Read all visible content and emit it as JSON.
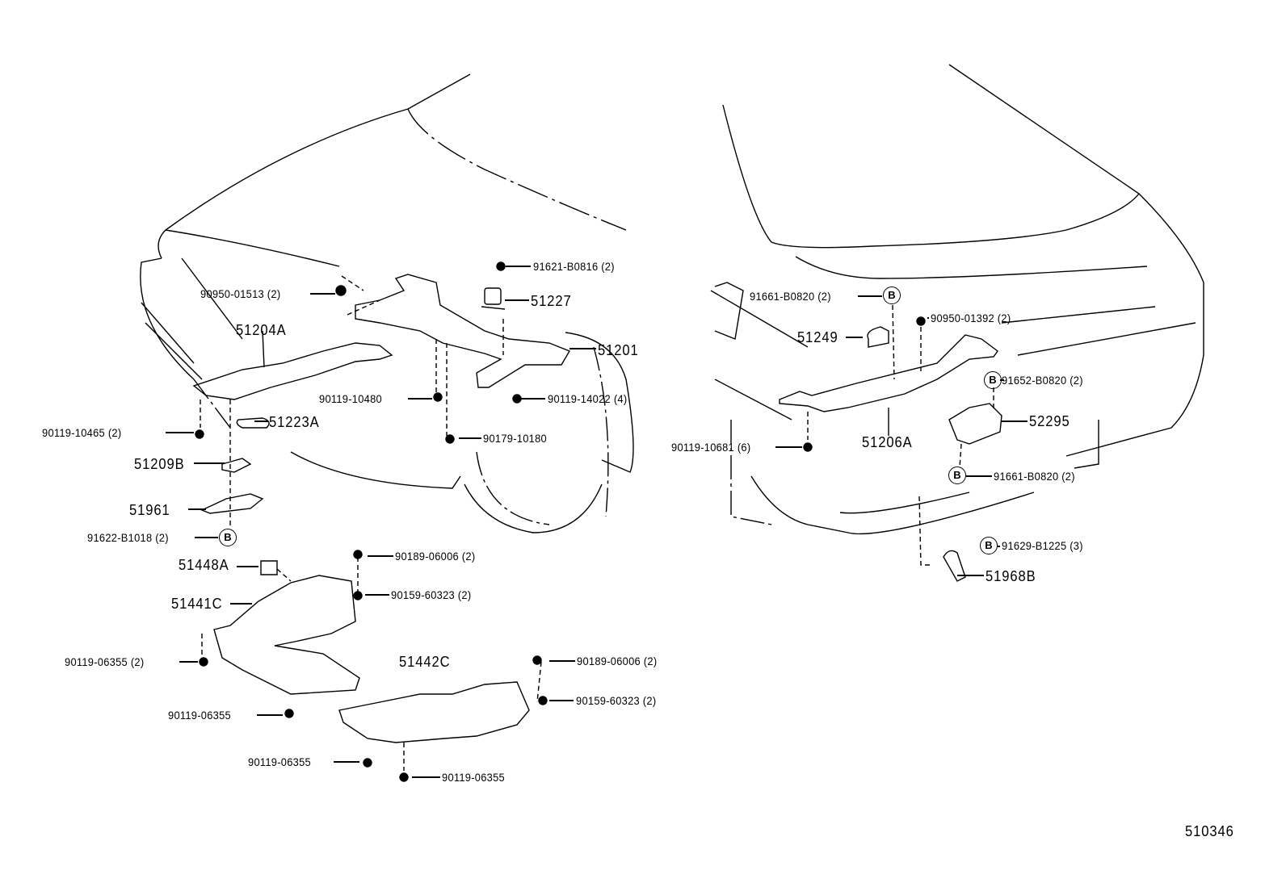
{
  "diagram_id": "510346",
  "bolt_marker": "B",
  "front_parts": [
    {
      "part": "91621-B0816 (2)"
    },
    {
      "part": "90950-01513 (2)"
    },
    {
      "part": "51227"
    },
    {
      "part": "51204A"
    },
    {
      "part": "51201"
    },
    {
      "part": "90119-10480"
    },
    {
      "part": "90119-14022 (4)"
    },
    {
      "part": "90119-10465 (2)"
    },
    {
      "part": "51223A"
    },
    {
      "part": "90179-10180"
    },
    {
      "part": "51209B"
    },
    {
      "part": "51961"
    },
    {
      "part": "91622-B1018 (2)"
    }
  ],
  "undercover_parts": [
    {
      "part": "51448A"
    },
    {
      "part": "90189-06006 (2)"
    },
    {
      "part": "51441C"
    },
    {
      "part": "90159-60323 (2)"
    },
    {
      "part": "90119-06355 (2)"
    },
    {
      "part": "51442C"
    },
    {
      "part": "90189-06006 (2)"
    },
    {
      "part": "90159-60323 (2)"
    },
    {
      "part": "90119-06355"
    },
    {
      "part": "90119-06355"
    },
    {
      "part": "90119-06355"
    }
  ],
  "rear_parts": [
    {
      "part": "91661-B0820 (2)"
    },
    {
      "part": "90950-01392 (2)"
    },
    {
      "part": "51249"
    },
    {
      "part": "91652-B0820 (2)"
    },
    {
      "part": "52295"
    },
    {
      "part": "90119-10681 (6)"
    },
    {
      "part": "51206A"
    },
    {
      "part": "91661-B0820 (2)"
    },
    {
      "part": "91629-B1225 (3)"
    },
    {
      "part": "51968B"
    }
  ]
}
